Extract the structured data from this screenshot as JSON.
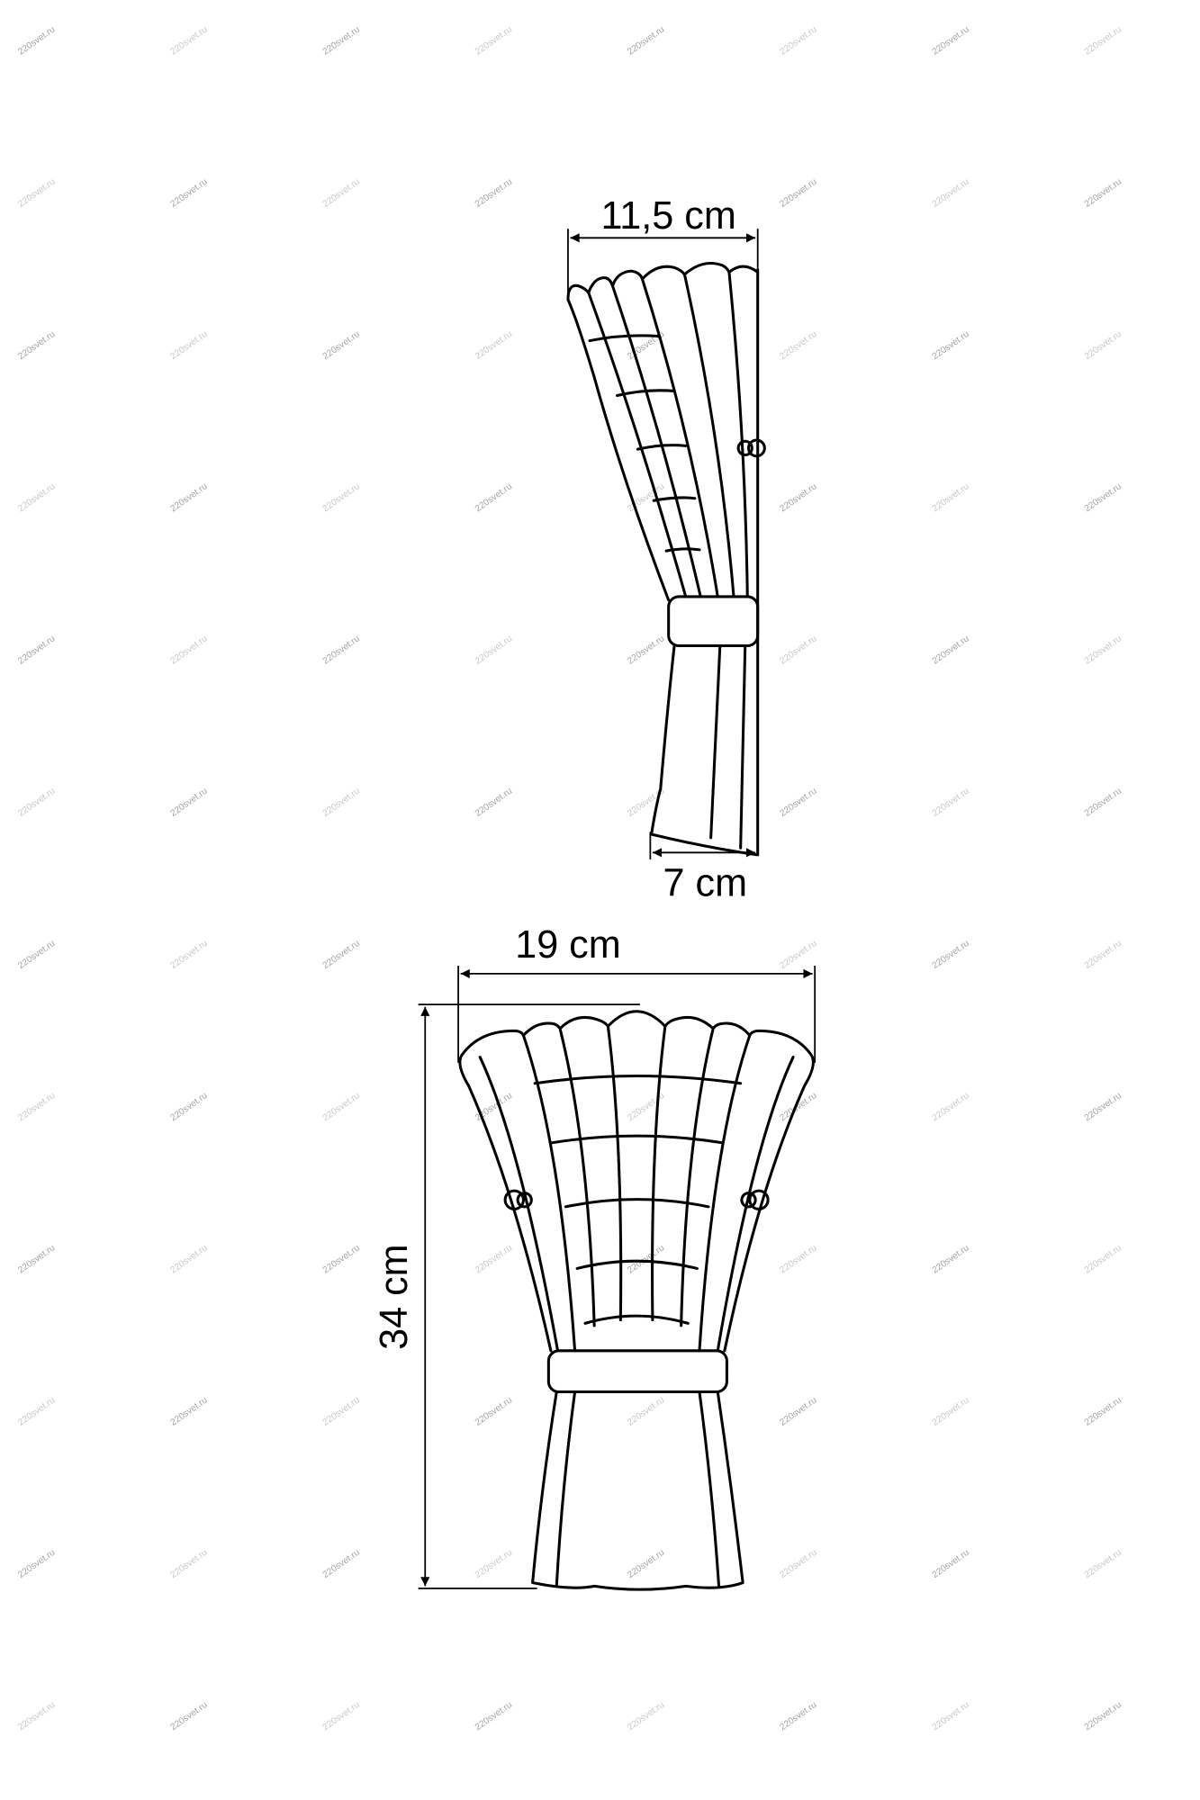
{
  "drawing": {
    "side_view": {
      "top_width_label": "11,5 cm",
      "depth_label": "7 cm"
    },
    "front_view": {
      "width_label": "19 cm",
      "height_label": "34 cm"
    },
    "watermark": "220svet.ru",
    "colors": {
      "line": "#000000",
      "watermark": "#9a9a9a",
      "background": "#ffffff"
    }
  }
}
